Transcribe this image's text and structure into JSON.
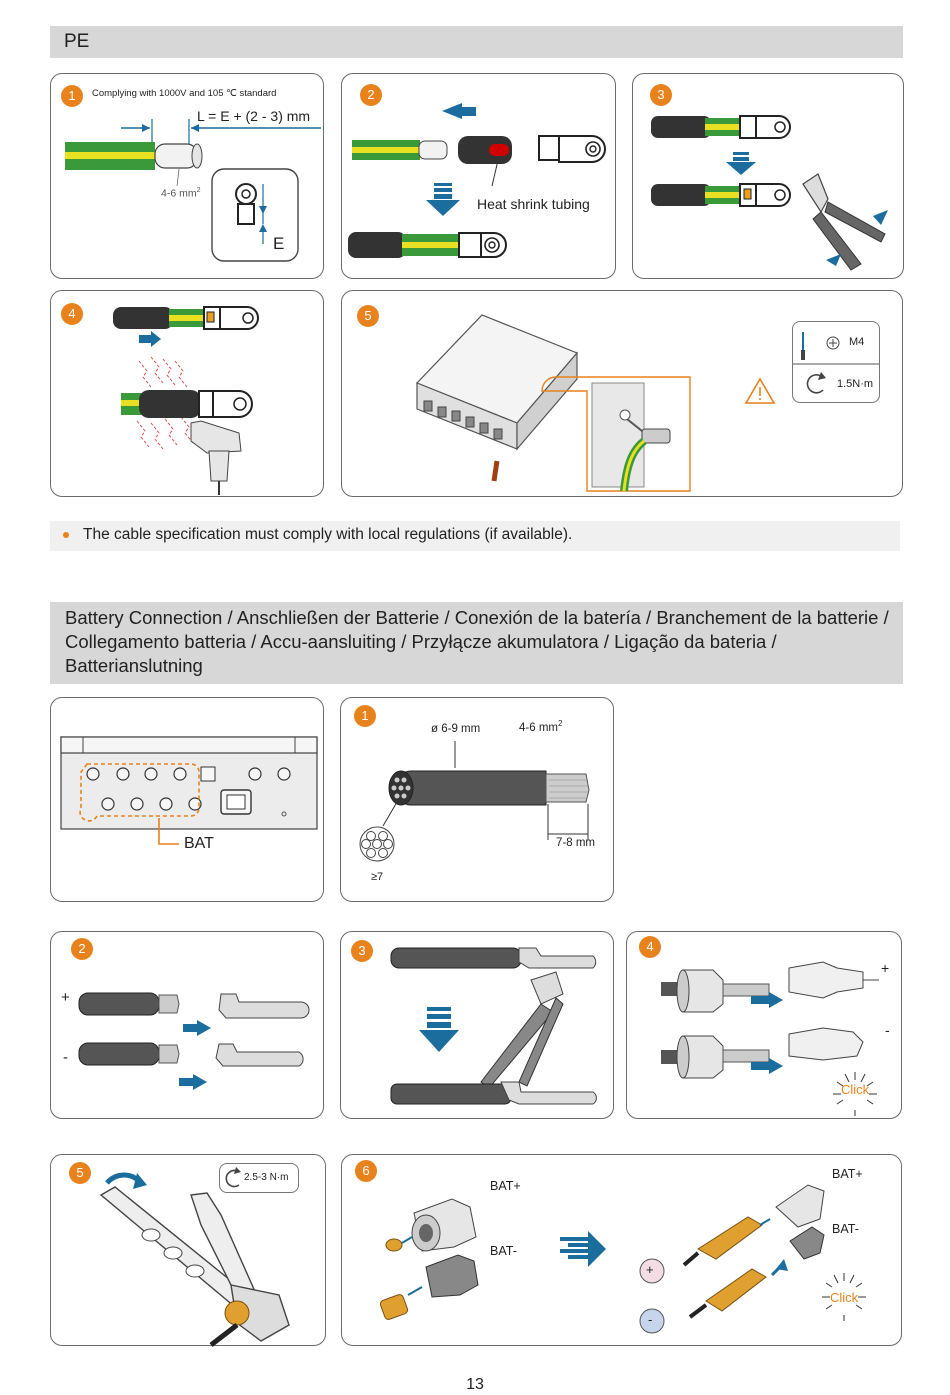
{
  "sections": {
    "pe_title": "PE",
    "battery_title": "Battery Connection / Anschließen der Batterie / Conexión de la batería / Branchement de la batterie / Collegamento batteria / Accu-aansluiting / Przyłącze akumulatora / Ligação da bateria / Batterianslutning"
  },
  "pe_steps": {
    "s1": {
      "num": "1",
      "standard": "Complying with 1000V and 105 ℃ standard",
      "length_formula": "L = E + (2 - 3) mm",
      "cross_section": "4-6 mm",
      "cross_section_exp": "2",
      "e_label": "E"
    },
    "s2": {
      "num": "2",
      "tubing_label": "Heat shrink tubing"
    },
    "s3": {
      "num": "3"
    },
    "s4": {
      "num": "4"
    },
    "s5": {
      "num": "5",
      "screw": "M4",
      "torque": "1.5N·m"
    }
  },
  "note": "The cable specification must comply with local regulations (if available).",
  "battery_steps": {
    "overview": {
      "bat_label": "BAT"
    },
    "s1": {
      "num": "1",
      "diameter": "ø 6-9 mm",
      "cross_section": "4-6 mm",
      "cross_section_exp": "2",
      "strip_length": "7-8 mm",
      "strands": "≥7"
    },
    "s2": {
      "num": "2",
      "plus": "+",
      "minus": "-"
    },
    "s3": {
      "num": "3"
    },
    "s4": {
      "num": "4",
      "plus": "+",
      "minus": "-",
      "click": "Click"
    },
    "s5": {
      "num": "5",
      "torque": "2.5-3 N·m"
    },
    "s6": {
      "num": "6",
      "bat_plus": "BAT+",
      "bat_minus": "BAT-",
      "bat_plus_2": "BAT+",
      "bat_minus_2": "BAT-",
      "plus": "+",
      "minus": "-",
      "click": "Click"
    }
  },
  "page_number": "13",
  "colors": {
    "accent_orange": "#e8821c",
    "arrow_blue": "#1a6d9c",
    "cable_green": "#3a9a3a",
    "cable_yellow": "#e8e020",
    "section_bar": "#d7d7d7"
  }
}
